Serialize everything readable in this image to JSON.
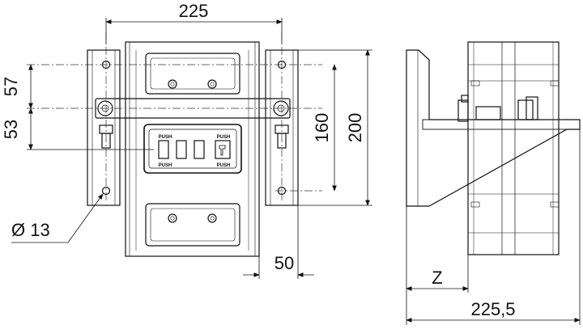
{
  "dimensions": {
    "top_width": "225",
    "left_upper": "57",
    "left_lower": "53",
    "hole_spacing": "160",
    "total_height": "200",
    "hole_diameter": "Ø 13",
    "bottom_offset": "50",
    "side_z": "Z",
    "side_total": "225,5"
  },
  "labels": {
    "push_1": "PUSH",
    "push_2": "PUSH",
    "push_3": "PUSH",
    "push_4": "PUSH"
  }
}
